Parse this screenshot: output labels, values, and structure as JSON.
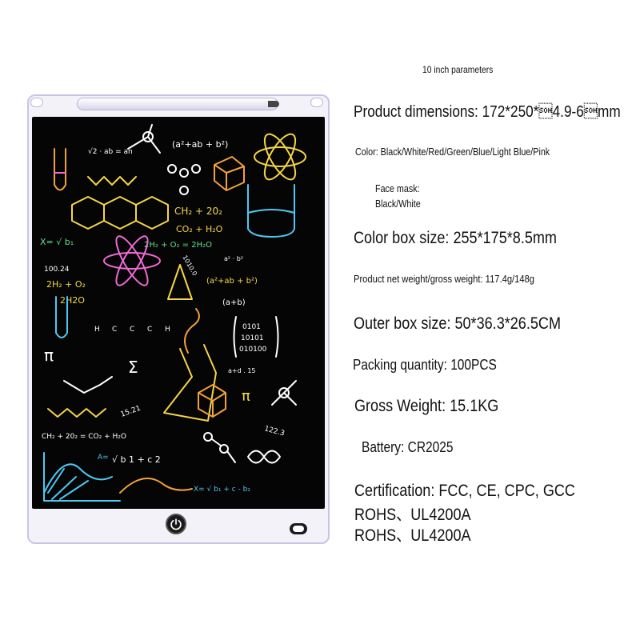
{
  "title": "10 inch parameters",
  "specs": {
    "dimensions": "Product dimensions: 172*250*\u00014.9-6\u0001mm",
    "color": "Color: Black/White/Red/Green/Blue/Light Blue/Pink",
    "face_mask_label": "Face mask:",
    "face_mask_value": "Black/White",
    "color_box": "Color box size: 255*175*8.5mm",
    "weight": "Product net weight/gross weight: 117.4g/148g",
    "outer_box": "Outer box size: 50*36.3*26.5CM",
    "packing": "Packing quantity: 100PCS",
    "gross_weight": "Gross Weight: 15.1KG",
    "battery": "Battery: CR2025",
    "certification_1": "Certification: FCC, CE, CPC, GCC",
    "certification_2": "ROHS、UL4200A",
    "certification_3": "ROHS、UL4200A"
  },
  "screen_text": {
    "sqrt": "√2 · ab = an",
    "a2ab": "(a²+ab + b²)",
    "ch2": "CH₂ + 20₂",
    "co2": "CO₂ + H₂O",
    "x_eq": "X= √ b₁",
    "h2o2": "2H₂ + O₂ = 2H₂O",
    "n100": "100.24",
    "o2": "2H₂ + O₂",
    "h2o": "2H2O",
    "a2b": "a² · b²",
    "a2ab2": "(a²+ab + b²)",
    "aplusb": "(a+b)",
    "pi1": "π",
    "bin1": "0101",
    "bin2": "10101",
    "bin3": "010100",
    "sigma": "Σ",
    "ad15": "a+d . 15",
    "pi2": "π",
    "n1521": "15.21",
    "n1223": "122.3",
    "ch2b": "CH₂ + 20₂ = CO₂ + H₂O",
    "aeq": "A=",
    "sqrtb": "√ b 1 + c 2",
    "xeq2": "X= √ b₁ + c - b₂",
    "h": "H",
    "c": "C",
    "n1010": "1010.0"
  },
  "colors": {
    "tablet_frame": "#f3f2f8",
    "tablet_border": "#c9c4e6",
    "screen": "#050505",
    "ink_yellow": "#f5d547",
    "ink_orange": "#f3a13b",
    "ink_pink": "#f06ad6",
    "ink_blue": "#4cc8f2",
    "ink_green": "#62e08a",
    "ink_white": "#ffffff"
  },
  "icons": {
    "power": "power-icon",
    "pen": "stylus-icon"
  }
}
